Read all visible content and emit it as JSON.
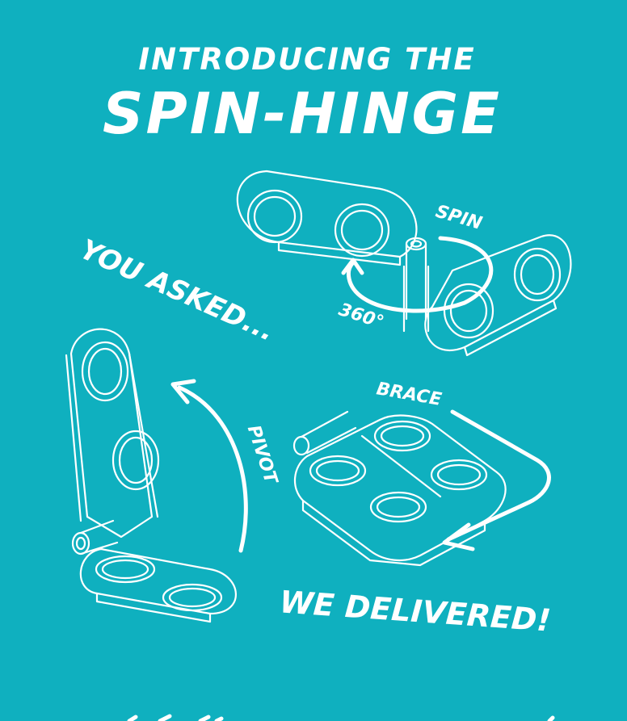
{
  "headline": {
    "intro": "INTRODUCING THE",
    "product": "SPIN-HINGE"
  },
  "captions": {
    "you_asked": "YOU ASKED...",
    "we_delivered": "WE DELIVERED!"
  },
  "labels": {
    "spin": "SPIN",
    "degrees": "360°",
    "pivot": "PIVOT",
    "brace": "BRACE"
  },
  "colors": {
    "background": "#0fb0bf",
    "ink": "#ffffff"
  }
}
